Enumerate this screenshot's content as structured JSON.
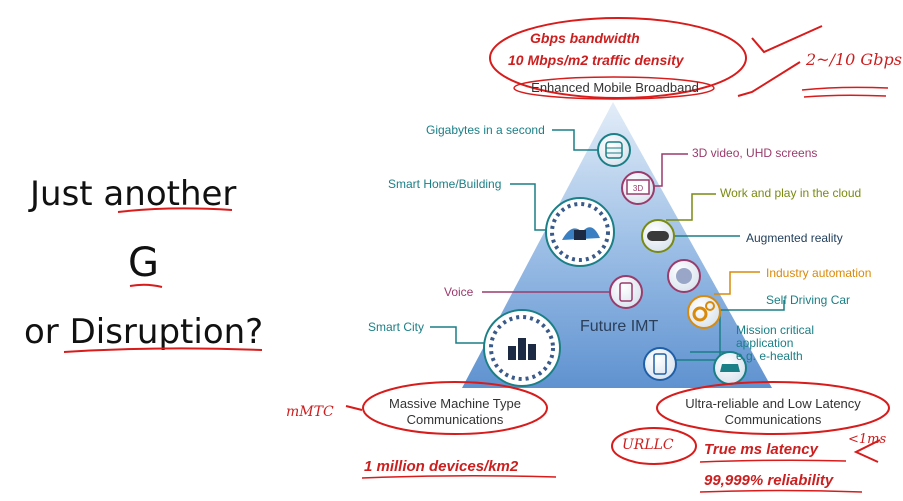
{
  "left_title": {
    "line1": "Just another",
    "line2": "G",
    "line3": "or Disruption?"
  },
  "diagram": {
    "center_label": "Future IMT",
    "top_corner": "Enhanced Mobile Broadband",
    "bottom_left_corner_line1": "Massive Machine Type",
    "bottom_left_corner_line2": "Communications",
    "bottom_right_corner_line1": "Ultra-reliable and Low Latency",
    "bottom_right_corner_line2": "Communications",
    "callouts": {
      "gigabytes": "Gigabytes in a second",
      "smart_home": "Smart Home/Building",
      "voice": "Voice",
      "smart_city": "Smart City",
      "video_3d": "3D video, UHD screens",
      "cloud": "Work and play in the cloud",
      "ar": "Augmented reality",
      "industry": "Industry automation",
      "self_driving": "Self Driving Car",
      "mission_line1": "Mission critical",
      "mission_line2": "application",
      "mission_line3": "e.g. e-health"
    },
    "colors": {
      "teal": "#1a7f86",
      "green": "#7a8a10",
      "orange": "#d98a0a",
      "purple": "#9a3b6b",
      "blue": "#1f5fa8",
      "triangle_top": "#d9e6f5",
      "triangle_bottom": "#5b8fcf"
    }
  },
  "annotations": {
    "embb_line1": "Gbps bandwidth",
    "embb_line2": "10 Mbps/m2 traffic density",
    "embb_note": "2~/10 Gbps",
    "mmtc_note": "mMTC",
    "mmtc_devices": "1 million devices/km2",
    "urllc_note": "URLLC",
    "urllc_latency": "True ms latency",
    "urllc_latency_note": "<1ms",
    "urllc_reliability": "99,999% reliability",
    "ink_color": "#d81b1b"
  }
}
